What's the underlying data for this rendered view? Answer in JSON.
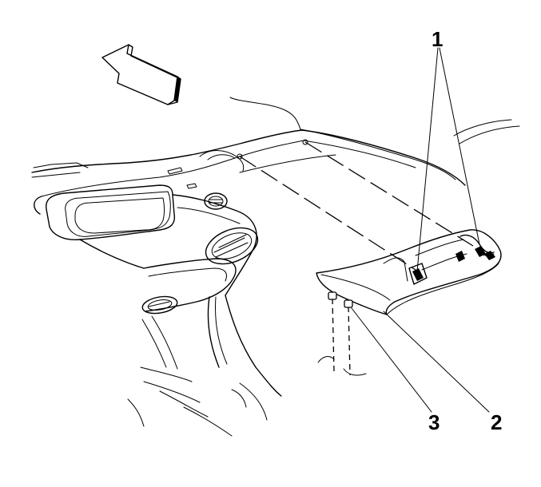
{
  "diagram": {
    "callouts": [
      {
        "id": "1",
        "text": "1"
      },
      {
        "id": "2",
        "text": "2"
      },
      {
        "id": "3",
        "text": "3"
      }
    ],
    "colors": {
      "line": "#000000",
      "background": "#ffffff"
    },
    "icons": [
      "front-direction-arrow-icon"
    ]
  }
}
